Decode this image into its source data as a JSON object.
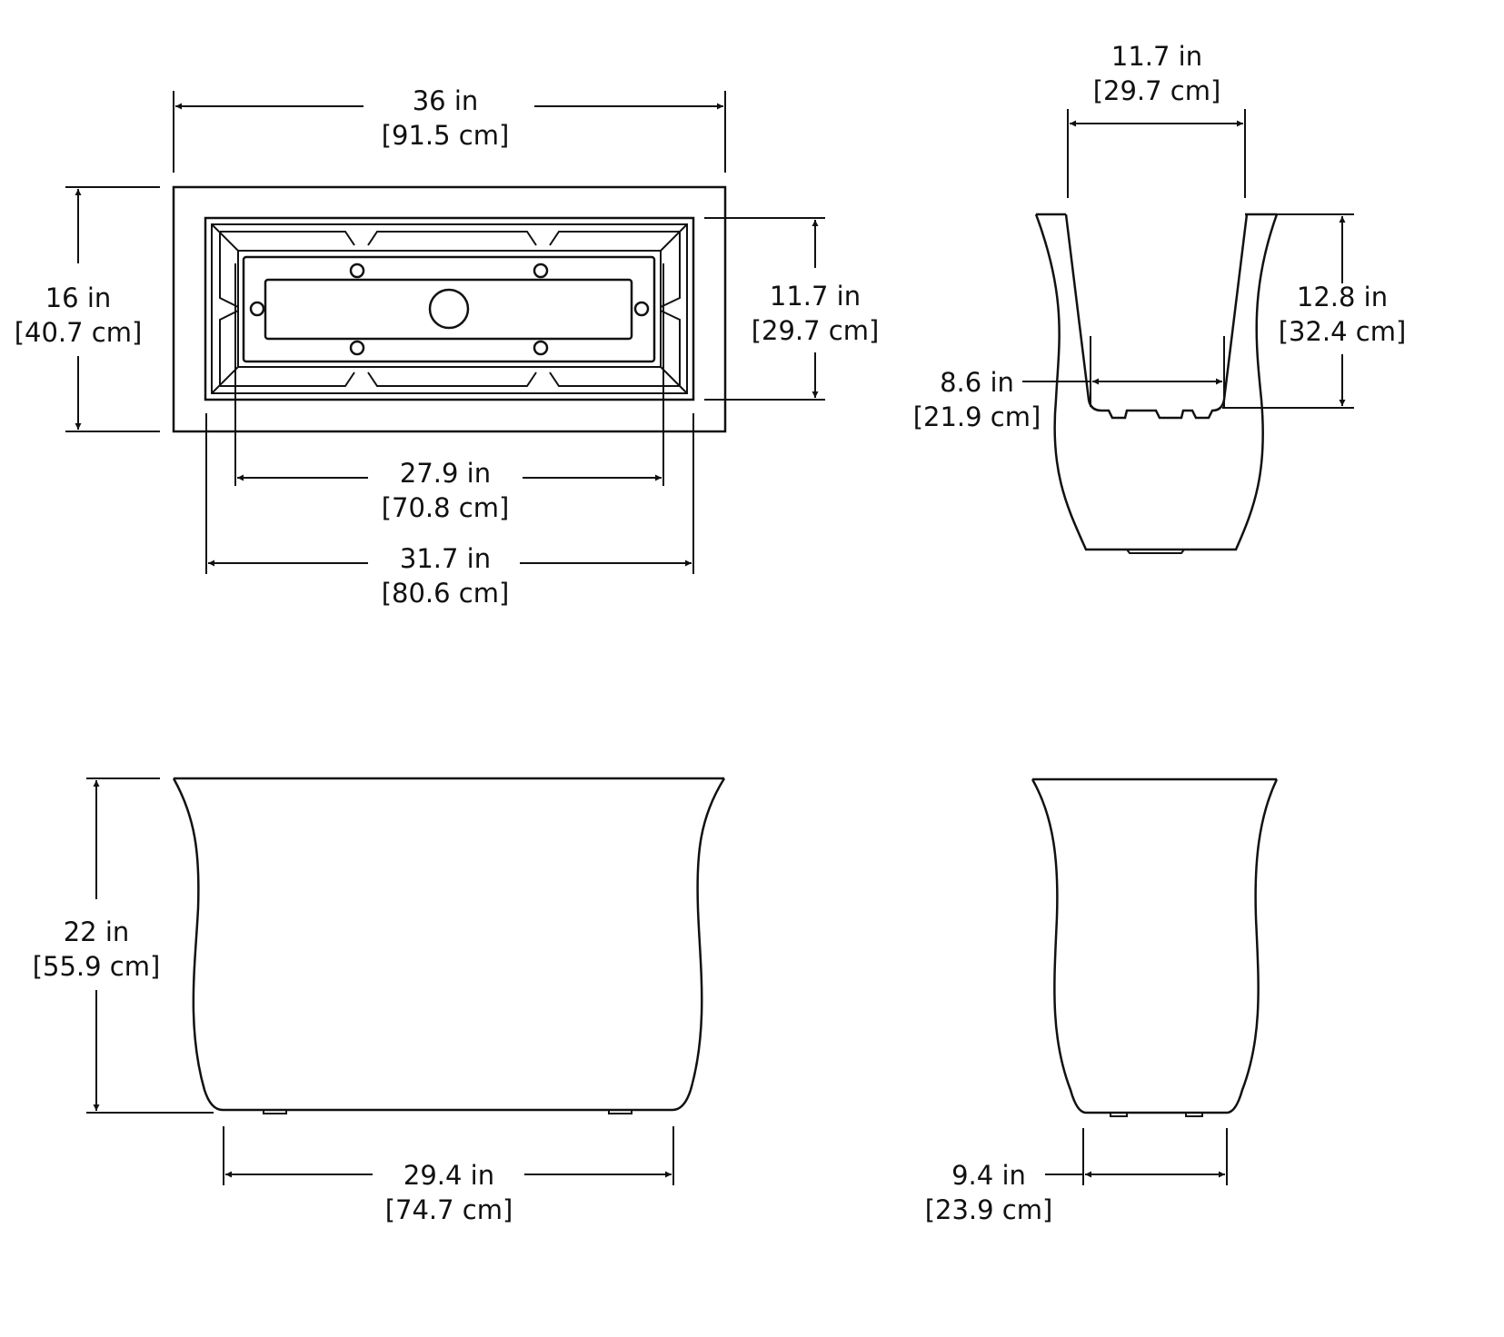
{
  "top_view": {
    "length": {
      "in": "36 in",
      "cm": "[91.5 cm]"
    },
    "width": {
      "in": "16 in",
      "cm": "[40.7 cm]"
    },
    "inner_width": {
      "in": "11.7 in",
      "cm": "[29.7 cm]"
    },
    "inner_bottom_length": {
      "in": "27.9 in",
      "cm": "[70.8 cm]"
    },
    "inner_length": {
      "in": "31.7 in",
      "cm": "[80.6 cm]"
    }
  },
  "section_view": {
    "top_inner_width": {
      "in": "11.7 in",
      "cm": "[29.7 cm]"
    },
    "liner_depth": {
      "in": "12.8 in",
      "cm": "[32.4 cm]"
    },
    "liner_bottom_width": {
      "in": "8.6 in",
      "cm": "[21.9 cm]"
    }
  },
  "front_view": {
    "height": {
      "in": "22 in",
      "cm": "[55.9 cm]"
    },
    "base_length": {
      "in": "29.4 in",
      "cm": "[74.7 cm]"
    }
  },
  "side_view": {
    "base_width": {
      "in": "9.4 in",
      "cm": "[23.9 cm]"
    }
  }
}
